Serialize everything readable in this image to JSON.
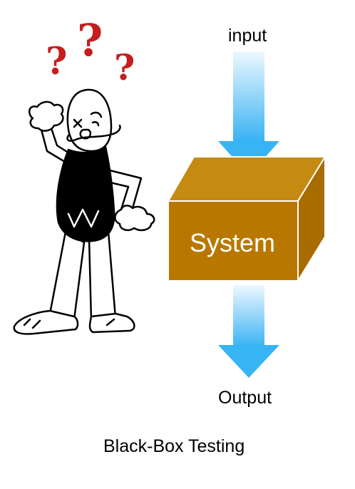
{
  "diagram": {
    "input_label": "input",
    "system_label": "System",
    "output_label": "Output",
    "caption": "Black-Box Testing",
    "question_marks": [
      "?",
      "?",
      "?"
    ]
  },
  "colors": {
    "box_front": "#b87800",
    "box_top": "#c58a12",
    "box_side": "#a86c00",
    "arrow_light": "#e8f6ff",
    "arrow_dark": "#35b3f4",
    "question_mark": "#c41e1e",
    "figure_outline": "#000000",
    "vest": "#000000"
  }
}
